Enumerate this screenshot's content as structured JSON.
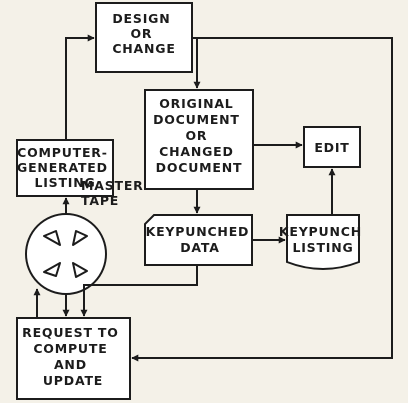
{
  "boxes": {
    "design": [
      "DESIGN",
      "OR",
      "CHANGE"
    ],
    "computer_listing": [
      "COMPUTER-",
      "GENERATED",
      "LISTING"
    ],
    "original_document": [
      "ORIGINAL",
      "DOCUMENT",
      "OR",
      "CHANGED",
      "DOCUMENT"
    ],
    "edit": [
      "EDIT"
    ],
    "keypunched_data": [
      "KEYPUNCHED",
      "DATA"
    ],
    "keypunch_listing": [
      "KEYPUNCH",
      "LISTING"
    ],
    "request": [
      "REQUEST TO",
      "COMPUTE",
      "AND",
      "UPDATE"
    ]
  },
  "tape_label": [
    "MASTER",
    "TAPE"
  ],
  "colors": {
    "background": "#f4f1e8",
    "box_fill": "#ffffff",
    "ink": "#1c1c1c"
  }
}
